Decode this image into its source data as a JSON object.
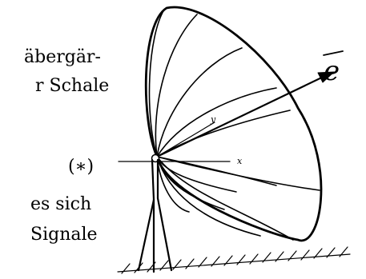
{
  "text_fragments": [
    "äbergär-",
    "r Schale",
    "(∗)",
    "es sich",
    "Signale"
  ],
  "labels": {
    "vector": "e",
    "x_axis": "x",
    "y_axis": "y"
  }
}
